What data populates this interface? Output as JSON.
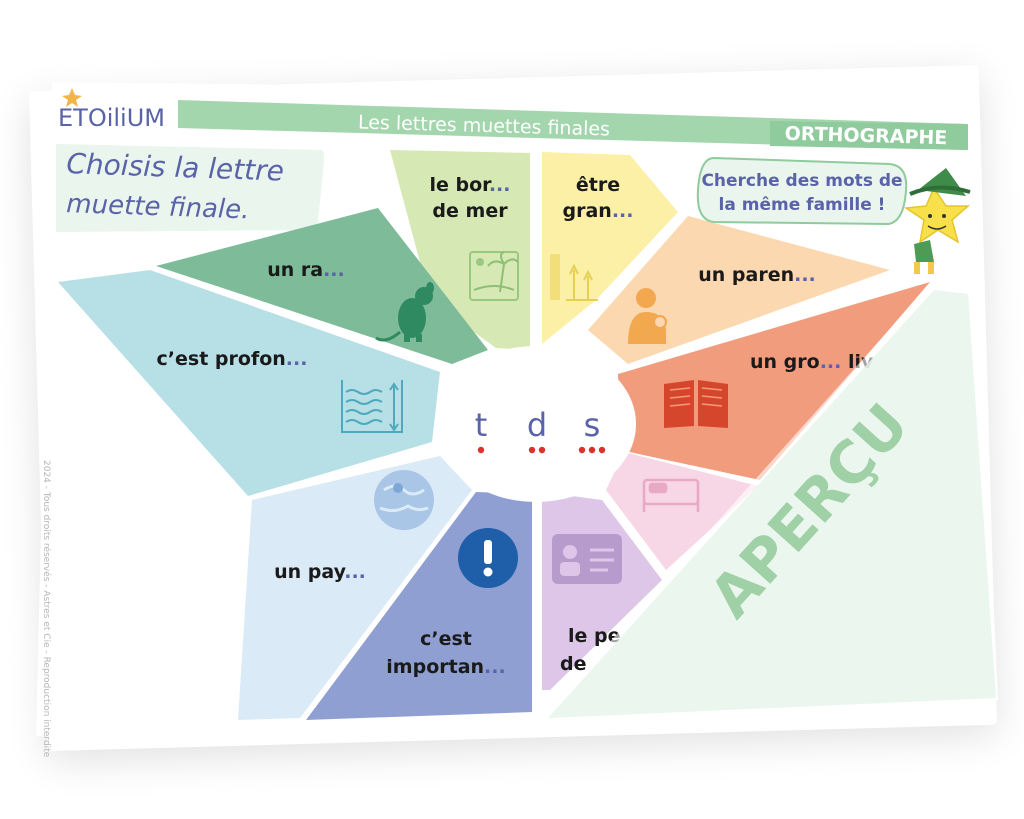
{
  "brand": {
    "logo_text": "ETOiliUM"
  },
  "header": {
    "title": "Les lettres muettes finales",
    "category": "ORTHOGRAPHE"
  },
  "instruction": {
    "line1": "Choisis la lettre",
    "line2": "muette finale."
  },
  "tip_bubble": {
    "line1": "Cherche des mots de",
    "line2": "la même famille !"
  },
  "center": {
    "letters": [
      {
        "letter": "t",
        "dots": 1
      },
      {
        "letter": "d",
        "dots": 2
      },
      {
        "letter": "s",
        "dots": 3
      }
    ]
  },
  "segments": [
    {
      "id": "bord-de-mer",
      "line1": "le bor",
      "line2": "de mer",
      "icon": "beach-icon"
    },
    {
      "id": "etre-grand",
      "line1": "être",
      "line2": "gran",
      "icon": "height-chart-icon"
    },
    {
      "id": "un-parent",
      "line1": "un paren",
      "icon": "parent-child-icon"
    },
    {
      "id": "un-gros-livre",
      "line1": "un gro",
      "line1_tail": "liv",
      "icon": "book-icon"
    },
    {
      "id": "bed",
      "icon": "bed-icon"
    },
    {
      "id": "le-permis",
      "line1": "le pe",
      "line2": "de",
      "icon": "id-card-icon"
    },
    {
      "id": "c-est-important",
      "line1": "c’est",
      "line2": "importan",
      "icon": "exclamation-icon"
    },
    {
      "id": "un-pays",
      "line1": "un pay",
      "icon": "globe-icon"
    },
    {
      "id": "c-est-profond",
      "line1": "c’est profon",
      "icon": "water-depth-icon"
    },
    {
      "id": "un-rat",
      "line1": "un ra",
      "icon": "rat-icon"
    }
  ],
  "blank_marker": "...",
  "watermark": "APERÇU",
  "copyright": "2024 - Tous droits réservés - Astres et Cie - Reproduction interdite",
  "colors": {
    "header_green": "#9fd3a9",
    "accent_blue": "#5a63a8",
    "dot_red": "#d9332e",
    "watermark": "#9fd0a6"
  }
}
